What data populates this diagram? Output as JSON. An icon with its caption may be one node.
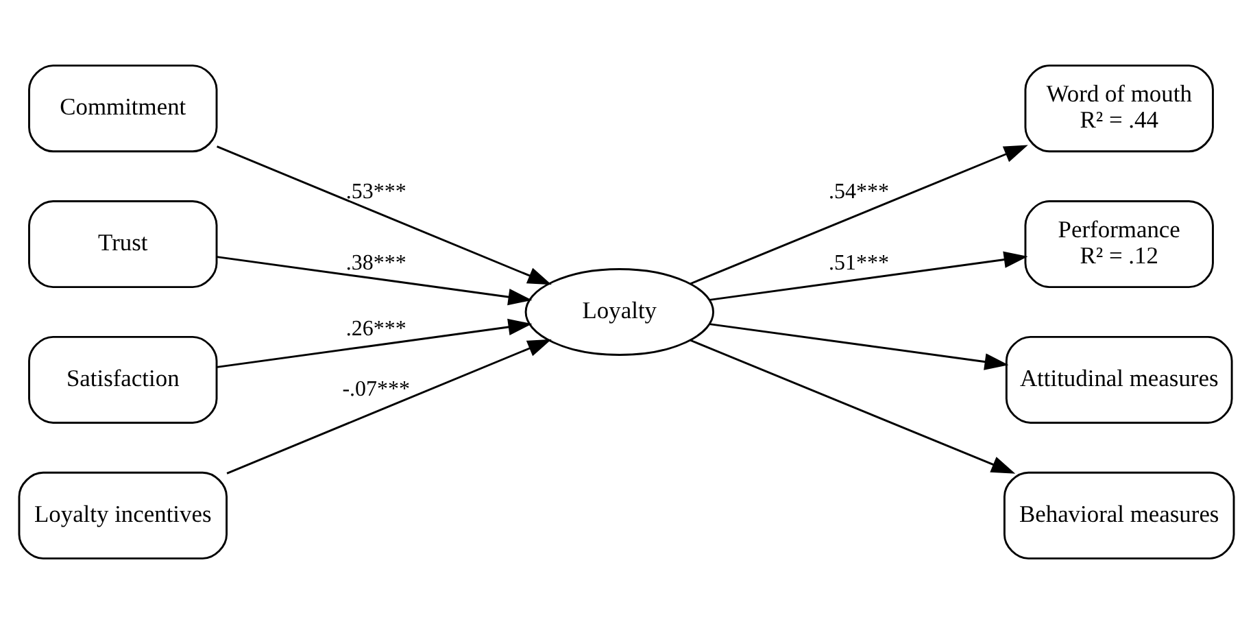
{
  "diagram": {
    "nodes": [
      {
        "text": [
          "Commitment"
        ]
      },
      {
        "text": [
          "Trust"
        ]
      },
      {
        "text": [
          "Satisfaction"
        ]
      },
      {
        "text": [
          "Loyalty incentives"
        ]
      },
      {
        "text": [
          "Loyalty"
        ]
      },
      {
        "text": [
          "Word of mouth",
          "R² = .44"
        ]
      },
      {
        "text": [
          "Performance",
          "R² = .12"
        ]
      },
      {
        "text": [
          "Attitudinal measures"
        ]
      },
      {
        "text": [
          "Behavioral measures"
        ]
      }
    ],
    "edges": [
      {
        "from": 0,
        "to": 4,
        "arrow": "to",
        "label": ".53***"
      },
      {
        "from": 1,
        "to": 4,
        "arrow": "to",
        "label": ".38***"
      },
      {
        "from": 2,
        "to": 4,
        "arrow": "to",
        "label": ".26***"
      },
      {
        "from": 3,
        "to": 4,
        "arrow": "to",
        "label": "-.07***"
      },
      {
        "from": 4,
        "to": 5,
        "arrow": "to",
        "label": ".54***"
      },
      {
        "from": 4,
        "to": 6,
        "arrow": "to",
        "label": ".51***"
      },
      {
        "from": 4,
        "to": 7,
        "arrow": "to"
      },
      {
        "from": 4,
        "to": 8,
        "arrow": "to"
      }
    ]
  }
}
